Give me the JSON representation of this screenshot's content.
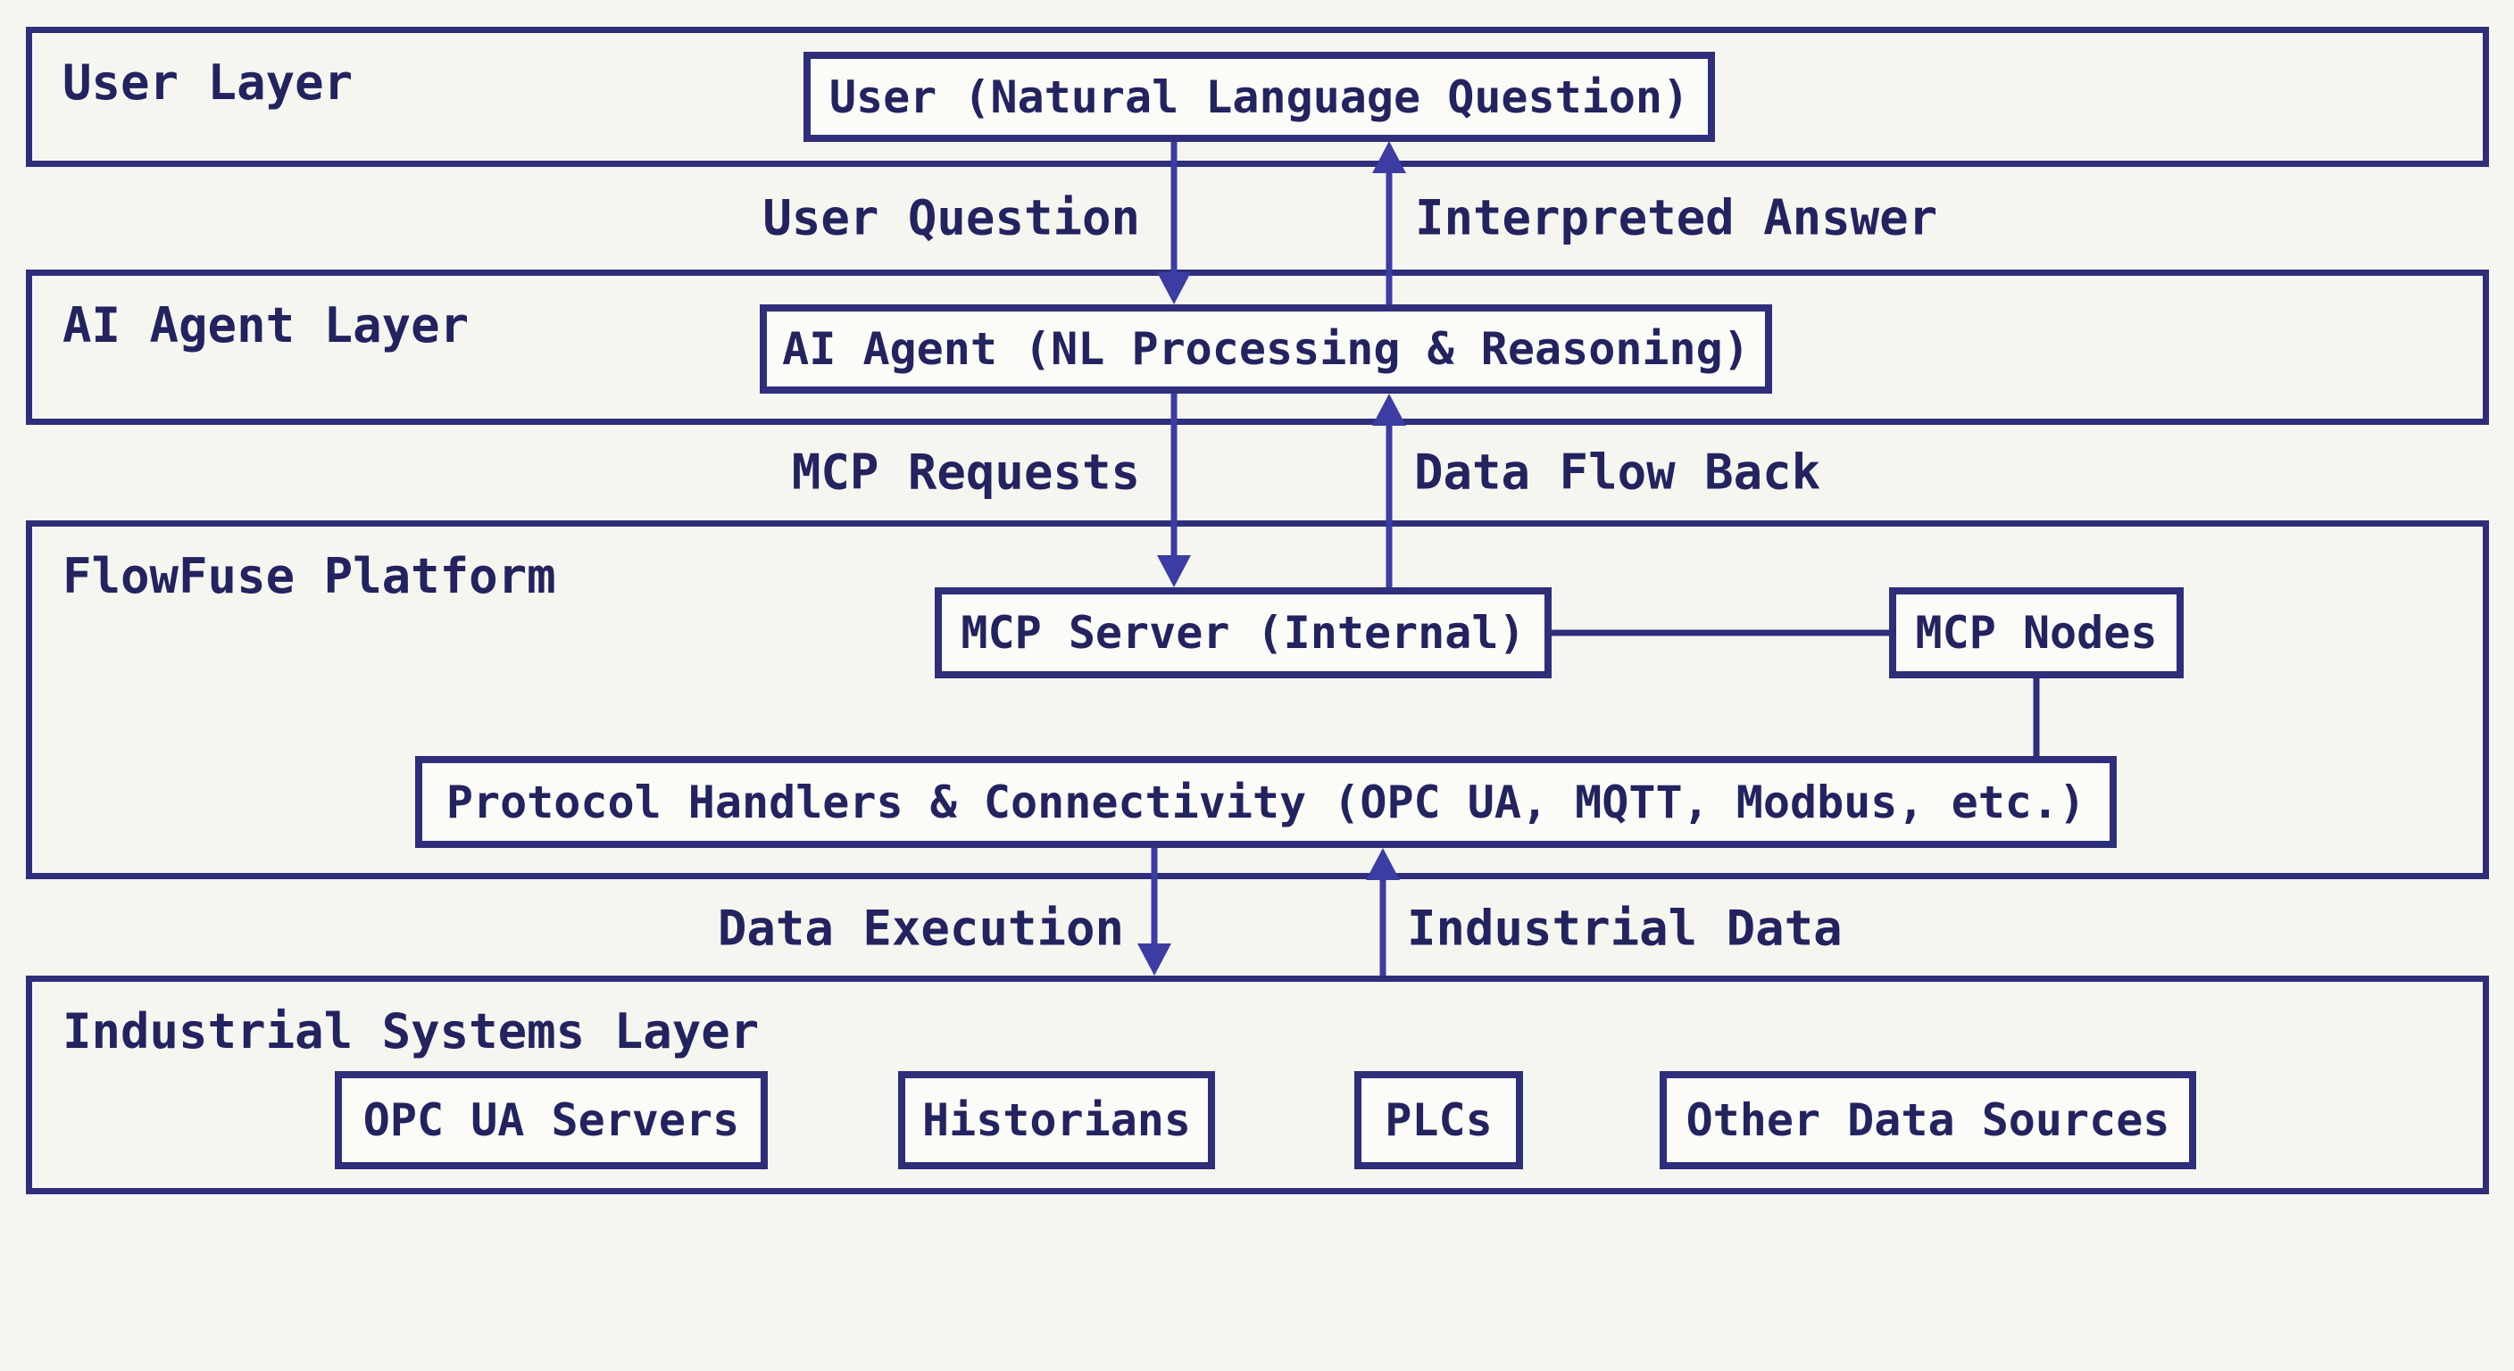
{
  "diagram": {
    "layers": [
      {
        "id": "user-layer",
        "label": "User Layer"
      },
      {
        "id": "ai-agent-layer",
        "label": "AI Agent Layer"
      },
      {
        "id": "flowfuse-platform",
        "label": "FlowFuse Platform"
      },
      {
        "id": "industrial-systems-layer",
        "label": "Industrial Systems Layer"
      }
    ],
    "nodes": {
      "user": {
        "label": "User (Natural Language Question)"
      },
      "ai_agent": {
        "label": "AI Agent (NL Processing & Reasoning)"
      },
      "mcp_server": {
        "label": "MCP Server (Internal)"
      },
      "mcp_nodes": {
        "label": "MCP Nodes"
      },
      "protocol_handlers": {
        "label": "Protocol Handlers & Connectivity (OPC UA, MQTT, Modbus, etc.)"
      },
      "opc_ua_servers": {
        "label": "OPC UA Servers"
      },
      "historians": {
        "label": "Historians"
      },
      "plcs": {
        "label": "PLCs"
      },
      "other_data_sources": {
        "label": "Other Data Sources"
      }
    },
    "edges": [
      {
        "id": "user-question",
        "label": "User Question",
        "direction": "down",
        "from": "user",
        "to": "ai_agent"
      },
      {
        "id": "interpreted-answer",
        "label": "Interpreted Answer",
        "direction": "up",
        "from": "ai_agent",
        "to": "user"
      },
      {
        "id": "mcp-requests",
        "label": "MCP Requests",
        "direction": "down",
        "from": "ai_agent",
        "to": "mcp_server"
      },
      {
        "id": "data-flow-back",
        "label": "Data Flow Back",
        "direction": "up",
        "from": "mcp_server",
        "to": "ai_agent"
      },
      {
        "id": "data-execution",
        "label": "Data Execution",
        "direction": "down",
        "from": "protocol_handlers",
        "to": "industrial-systems-layer"
      },
      {
        "id": "industrial-data",
        "label": "Industrial Data",
        "direction": "up",
        "from": "industrial-systems-layer",
        "to": "protocol_handlers"
      }
    ],
    "connectors": [
      {
        "id": "mcp-server-to-mcp-nodes",
        "type": "horizontal-line"
      },
      {
        "id": "mcp-nodes-to-protocol-handlers",
        "type": "vertical-line"
      }
    ],
    "colors": {
      "background": "#f6f6f1",
      "box_fill": "#fbfbf7",
      "border": "#2e2e7a",
      "text": "#232360",
      "arrow": "#3c3ca3"
    }
  }
}
